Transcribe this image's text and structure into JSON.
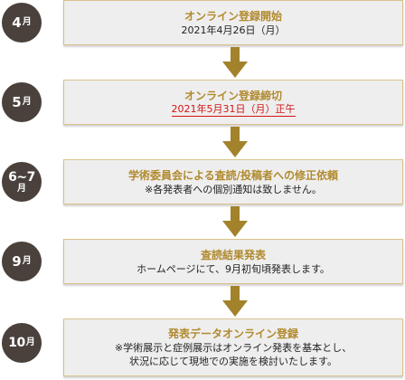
{
  "steps": [
    {
      "month_num": "4",
      "month_unit": "月",
      "title": "オンライン登録開始",
      "lines": [
        "2021年4月26日（月）"
      ],
      "highlight_color": ""
    },
    {
      "month_num": "5",
      "month_unit": "月",
      "title": "オンライン登録締切",
      "lines": [
        "2021年5月31日（月）正午"
      ],
      "highlight_color": "#d41414"
    },
    {
      "month_num": "6~7",
      "month_unit": "月",
      "title": "学術委員会による査読/投稿者への修正依頼",
      "lines": [
        "※各発表者への個別通知は致しません。"
      ],
      "highlight_color": ""
    },
    {
      "month_num": "9",
      "month_unit": "月",
      "title": "査読結果発表",
      "lines": [
        "ホームページにて、9月初旬頃発表します。"
      ],
      "highlight_color": ""
    },
    {
      "month_num": "10",
      "month_unit": "月",
      "title": "発表データオンライン登録",
      "lines": [
        "※学術展示と症例展示はオンライン発表を基本とし、",
        "状況に応じて現地での実施を検討いたします。"
      ],
      "highlight_color": ""
    }
  ],
  "colors": {
    "circle_bg": "#4a413c",
    "title": "#b08a2e",
    "box_bg": "#efeeee",
    "box_border": "#d9c28c",
    "arrow": "#a3822c",
    "deadline": "#d41414"
  },
  "icons": {
    "arrow": "arrow-down-icon"
  }
}
